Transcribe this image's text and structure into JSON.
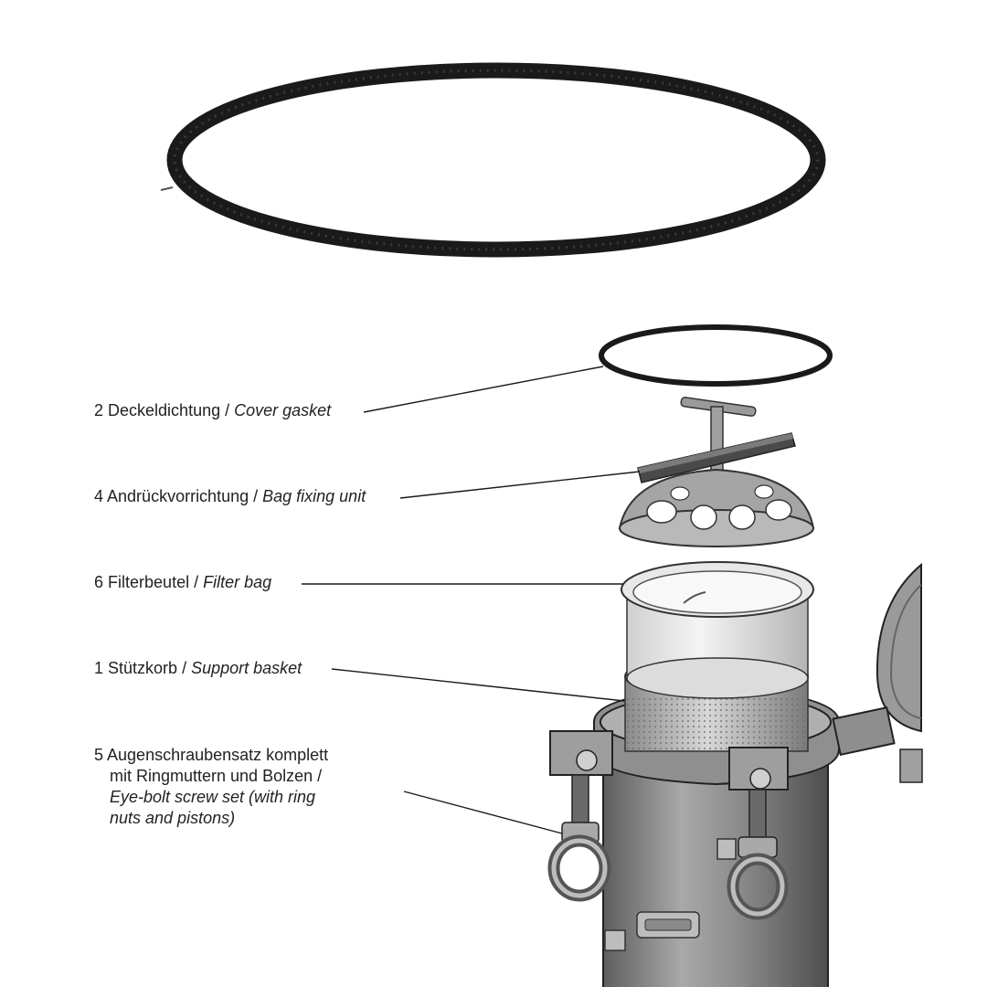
{
  "parts": [
    {
      "number": "2",
      "name_de": "Deckeldichtung",
      "name_en": "Cover gasket"
    },
    {
      "number": "4",
      "name_de": "Andrückvorrichtung",
      "name_en": "Bag fixing unit"
    },
    {
      "number": "6",
      "name_de": "Filterbeutel",
      "name_en": "Filter bag"
    },
    {
      "number": "1",
      "name_de": "Stützkorb",
      "name_en": "Support basket"
    },
    {
      "number": "5",
      "name_de_line1": "Augenschraubensatz komplett",
      "name_de_line2": "mit Ringmuttern und Bolzen /",
      "name_en_line1": "Eye-bolt screw set (with ring",
      "name_en_line2": "nuts and pistons)"
    }
  ],
  "separator": " / ",
  "colors": {
    "outline": "#1a1a1a",
    "metal": "#8a8a8a",
    "metal_light": "#c9c9c9",
    "metal_dark": "#5a5a5a",
    "text": "#222222"
  }
}
